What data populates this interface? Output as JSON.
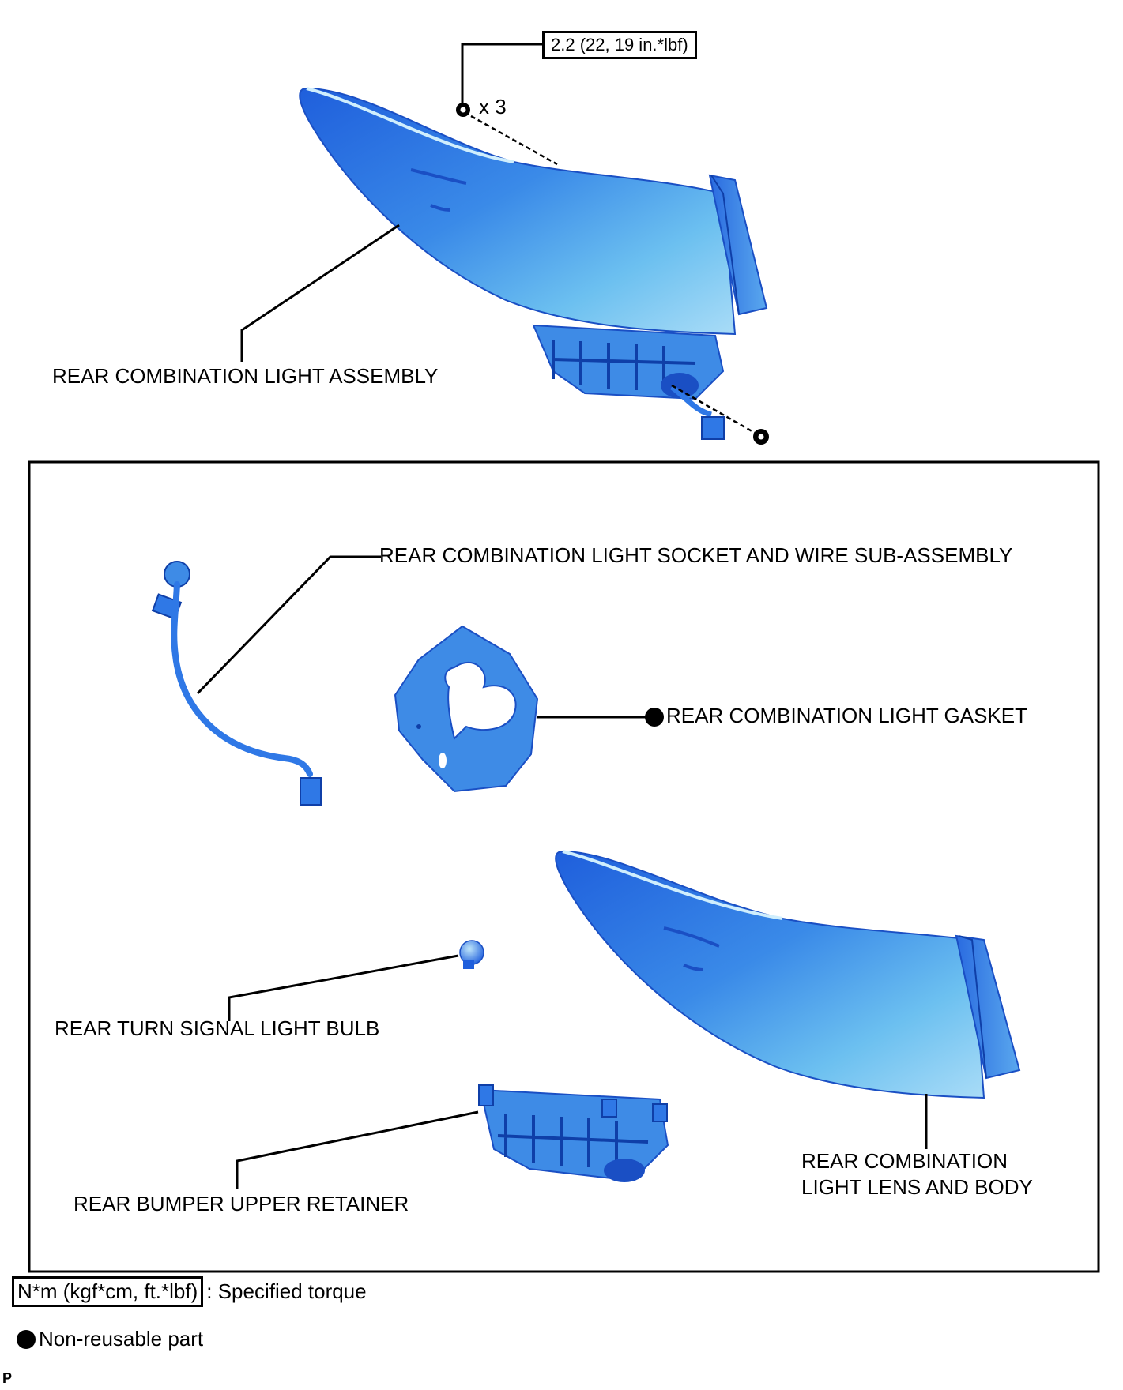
{
  "labels": {
    "torque_value": "2.2 (22, 19 in.*lbf)",
    "bolt_count": "x 3",
    "rear_combination_light_assembly": "REAR COMBINATION LIGHT ASSEMBLY",
    "socket_and_wire": "REAR COMBINATION LIGHT SOCKET AND WIRE SUB-ASSEMBLY",
    "gasket": "REAR COMBINATION LIGHT GASKET",
    "bulb": "REAR TURN SIGNAL LIGHT BULB",
    "retainer": "REAR BUMPER UPPER RETAINER",
    "lens_and_body_line1": "REAR COMBINATION",
    "lens_and_body_line2": "LIGHT LENS AND BODY"
  },
  "legend": {
    "torque_unit": "N*m (kgf*cm, ft.*lbf)",
    "torque_text": ": Specified torque",
    "nonreusable_text": "Non-reusable part"
  },
  "corner_mark": "P",
  "colors": {
    "part_blue": "#2f78e6",
    "part_dark": "#1a4fc4",
    "part_light": "#9fd3f5",
    "line": "#000000"
  }
}
